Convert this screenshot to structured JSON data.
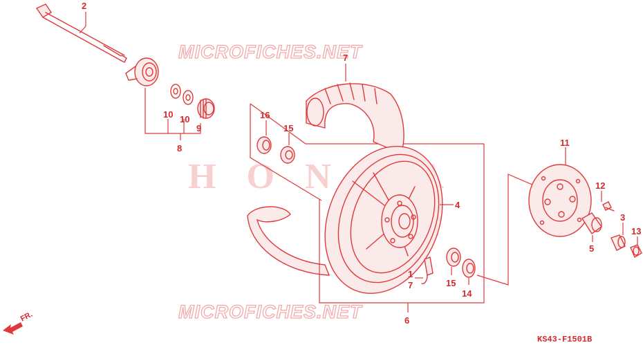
{
  "watermarks": {
    "top": "MICROFICHES.NET",
    "bottom": "MICROFICHES.NET",
    "brand": "HONDA"
  },
  "diagram_code": "KS43-F1501B",
  "front_indicator": "FR.",
  "callouts": {
    "c1": "1",
    "c2": "2",
    "c3": "3",
    "c4": "4",
    "c5": "5",
    "c6": "6",
    "c7a": "7",
    "c7b": "7",
    "c8": "8",
    "c9": "9",
    "c10a": "10",
    "c10b": "10",
    "c11": "11",
    "c12": "12",
    "c13": "13",
    "c14": "14",
    "c15a": "15",
    "c15b": "15",
    "c16": "16"
  }
}
